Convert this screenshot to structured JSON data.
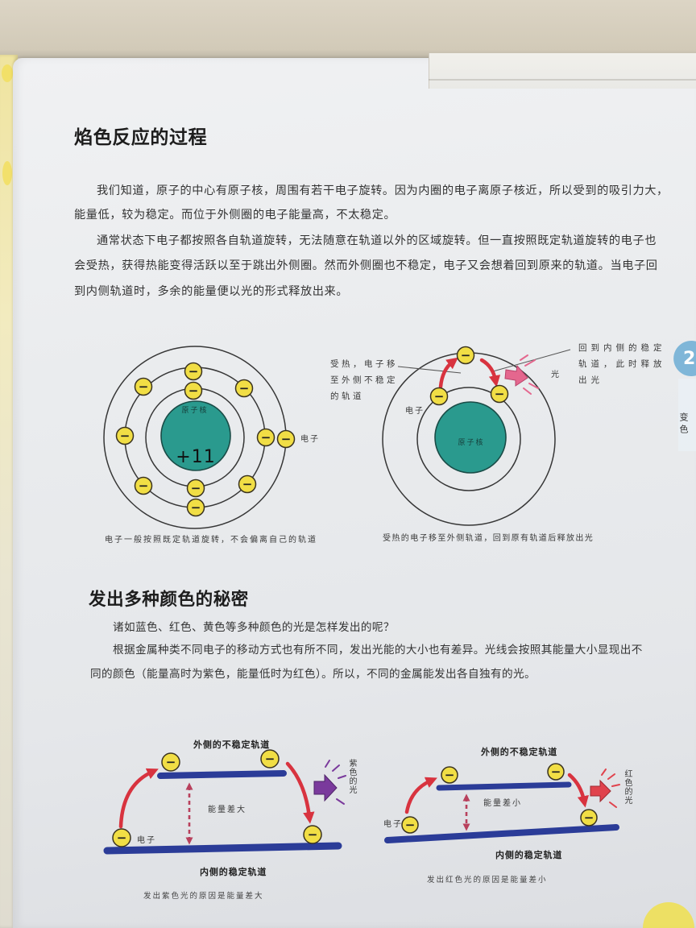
{
  "section_flame": {
    "title": "焰色反应的过程",
    "paragraphs": [
      [
        "我们知道，原子的中心有原子核，周围有若干电子旋转。因为内圈的电子离原子核近，所以受到的吸引力大，",
        "能量低，较为稳定。而位于外侧圈的电子能量高，不太稳定。"
      ],
      [
        "通常状态下电子都按照各自轨道旋转，无法随意在轨道以外的区域旋转。但一直按照既定轨道旋转的电子也",
        "会受热，获得热能变得活跃以至于跳出外侧圈。然而外侧圈也不稳定，电子又会想着回到原来的轨道。当电子回",
        "到内侧轨道时，多余的能量便以光的形式释放出来。"
      ]
    ]
  },
  "atom_stable": {
    "nucleus_label": "原子核",
    "nucleus_charge": "+11",
    "electron_label": "电子",
    "caption": "电子一般按照既定轨道旋转，不会偏离自己的轨道"
  },
  "atom_excited": {
    "nucleus_label": "原子核",
    "heat_note": [
      "受热，电子移",
      "至外侧不稳定",
      "的轨道"
    ],
    "return_note": [
      "回到内侧的稳定",
      "轨道，此时释放",
      "出光"
    ],
    "light_label": "光",
    "electron_label": "电子",
    "caption": "受热的电子移至外侧轨道，回到原有轨道后释放出光"
  },
  "symbols": {
    "electron_sign": "−"
  },
  "chapter_tab": {
    "number": "2",
    "label": "变色"
  },
  "section_colors": {
    "title": "发出多种颜色的秘密",
    "paragraphs": [
      [
        "诸如蓝色、红色、黄色等多种颜色的光是怎样发出的呢？"
      ],
      [
        "根据金属种类不同电子的移动方式也有所不同，发出光能的大小也有差异。光线会按照其能量大小显现出不",
        "同的颜色（能量高时为紫色，能量低时为红色）。所以，不同的金属能发出各自独有的光。"
      ]
    ]
  },
  "energy_large": {
    "outer_orbit_label": "外侧的不稳定轨道",
    "gap_label": "能量差大",
    "electron_label": "电子",
    "inner_orbit_label": "内侧的稳定轨道",
    "light_label": "紫色的光",
    "caption": "发出紫色光的原因是能量差大"
  },
  "energy_small": {
    "outer_orbit_label": "外侧的不稳定轨道",
    "gap_label": "能量差小",
    "electron_label": "电子",
    "inner_orbit_label": "内侧的稳定轨道",
    "light_label": "红色的光",
    "caption": "发出红色光的原因是能量差小"
  },
  "colors": {
    "nucleus": "#2a9a8e",
    "electron": "#f1de45",
    "arrow_red": "#d8333f",
    "orbit_bar": "#2b3c98",
    "gap_arrow": "#b8405c",
    "violet_light": "#7a3a9c",
    "red_light": "#e0434d",
    "pink_light": "#e4678e",
    "chapter_tab": "#7fb6d8"
  }
}
